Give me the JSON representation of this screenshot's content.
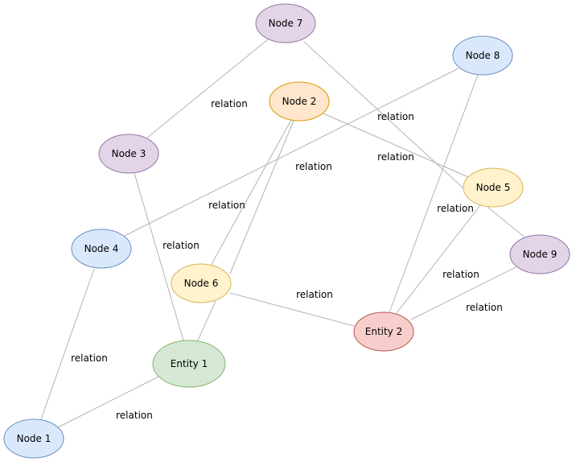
{
  "edge_label": "relation",
  "node_styles": {
    "purple": {
      "fill": "#e1d5e7",
      "stroke": "#9673a6"
    },
    "blue": {
      "fill": "#dae8fc",
      "stroke": "#6c8ebf"
    },
    "orange": {
      "fill": "#ffe6cc",
      "stroke": "#d79b00"
    },
    "yellow": {
      "fill": "#fff2cc",
      "stroke": "#d6b656"
    },
    "green": {
      "fill": "#d5e8d4",
      "stroke": "#82b366"
    },
    "red": {
      "fill": "#f8cecc",
      "stroke": "#b85450"
    }
  },
  "nodes": [
    {
      "id": "n7",
      "label": "Node 7",
      "style": "purple"
    },
    {
      "id": "n8",
      "label": "Node 8",
      "style": "blue"
    },
    {
      "id": "n2",
      "label": "Node 2",
      "style": "orange"
    },
    {
      "id": "n3",
      "label": "Node 3",
      "style": "purple"
    },
    {
      "id": "n5",
      "label": "Node 5",
      "style": "yellow"
    },
    {
      "id": "n4",
      "label": "Node 4",
      "style": "blue"
    },
    {
      "id": "n9",
      "label": "Node 9",
      "style": "purple"
    },
    {
      "id": "n6",
      "label": "Node 6",
      "style": "yellow"
    },
    {
      "id": "e2",
      "label": "Entity 2",
      "style": "red"
    },
    {
      "id": "e1",
      "label": "Entity 1",
      "style": "green"
    },
    {
      "id": "n1",
      "label": "Node 1",
      "style": "blue"
    }
  ],
  "edges": [
    {
      "from": "n7",
      "to": "n3",
      "label": "relation"
    },
    {
      "from": "n7",
      "to": "n5",
      "label": "relation"
    },
    {
      "from": "n2",
      "to": "n5",
      "label": "relation"
    },
    {
      "from": "n8",
      "to": "n4",
      "label": "relation"
    },
    {
      "from": "n8",
      "to": "e2",
      "label": "relation"
    },
    {
      "from": "n2",
      "to": "n6",
      "label": "relation"
    },
    {
      "from": "n2",
      "to": "e1",
      "label": ""
    },
    {
      "from": "n3",
      "to": "e1",
      "label": "relation"
    },
    {
      "from": "n5",
      "to": "e2",
      "label": "relation"
    },
    {
      "from": "n5",
      "to": "n9",
      "label": ""
    },
    {
      "from": "n9",
      "to": "e2",
      "label": "relation"
    },
    {
      "from": "n6",
      "to": "e2",
      "label": "relation"
    },
    {
      "from": "n6",
      "to": "e1",
      "label": ""
    },
    {
      "from": "n4",
      "to": "n1",
      "label": "relation"
    },
    {
      "from": "e1",
      "to": "n1",
      "label": "relation"
    }
  ]
}
